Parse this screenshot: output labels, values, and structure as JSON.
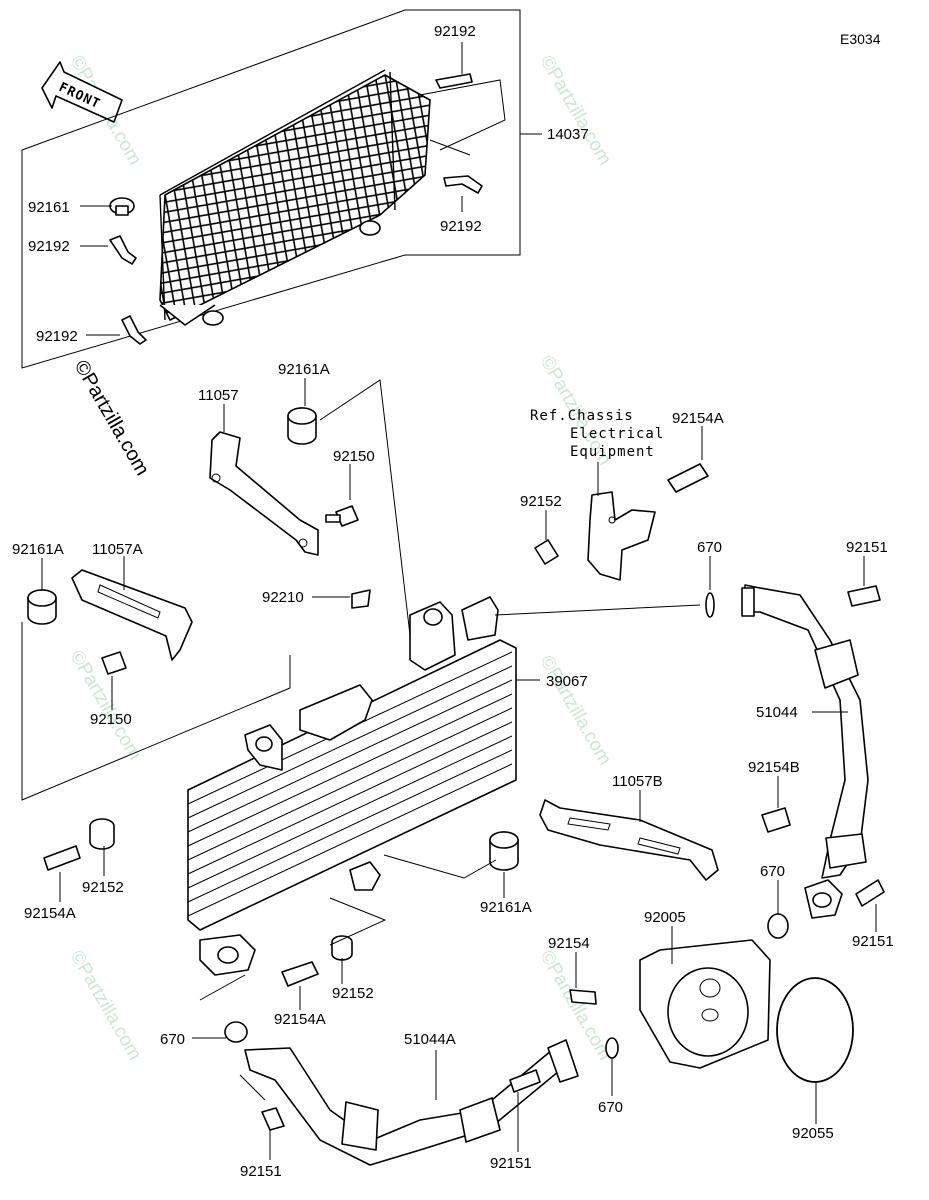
{
  "diagram_code": "E3034",
  "watermark": "©Partzilla.com",
  "front_arrow_label": "FRONT",
  "reference_note": [
    "Ref.Chassis",
    "Electrical",
    "Equipment"
  ],
  "labels": {
    "l92192_top": "92192",
    "l14037": "14037",
    "l92192_mid": "92192",
    "l92161": "92161",
    "l92192_left1": "92192",
    "l92192_left2": "92192",
    "l11057": "11057",
    "l92161A_top": "92161A",
    "l92150_top": "92150",
    "l92154A_top": "92154A",
    "l92152_top": "92152",
    "l670_top": "670",
    "l92151_top": "92151",
    "l92161A_left": "92161A",
    "l11057A": "11057A",
    "l92210": "92210",
    "l39067": "39067",
    "l92150_left": "92150",
    "l51044": "51044",
    "l92154B": "92154B",
    "l11057B": "11057B",
    "l92154A_left": "92154A",
    "l92152_left": "92152",
    "l92161A_mid": "92161A",
    "l670_right": "670",
    "l92151_right": "92151",
    "l92005": "92005",
    "l92154": "92154",
    "l92152_bottom": "92152",
    "l92154A_bottom": "92154A",
    "l670_left": "670",
    "l51044A": "51044A",
    "l670_bottom": "670",
    "l92055": "92055",
    "l92151_bottom_left": "92151",
    "l92151_bottom_mid": "92151"
  }
}
